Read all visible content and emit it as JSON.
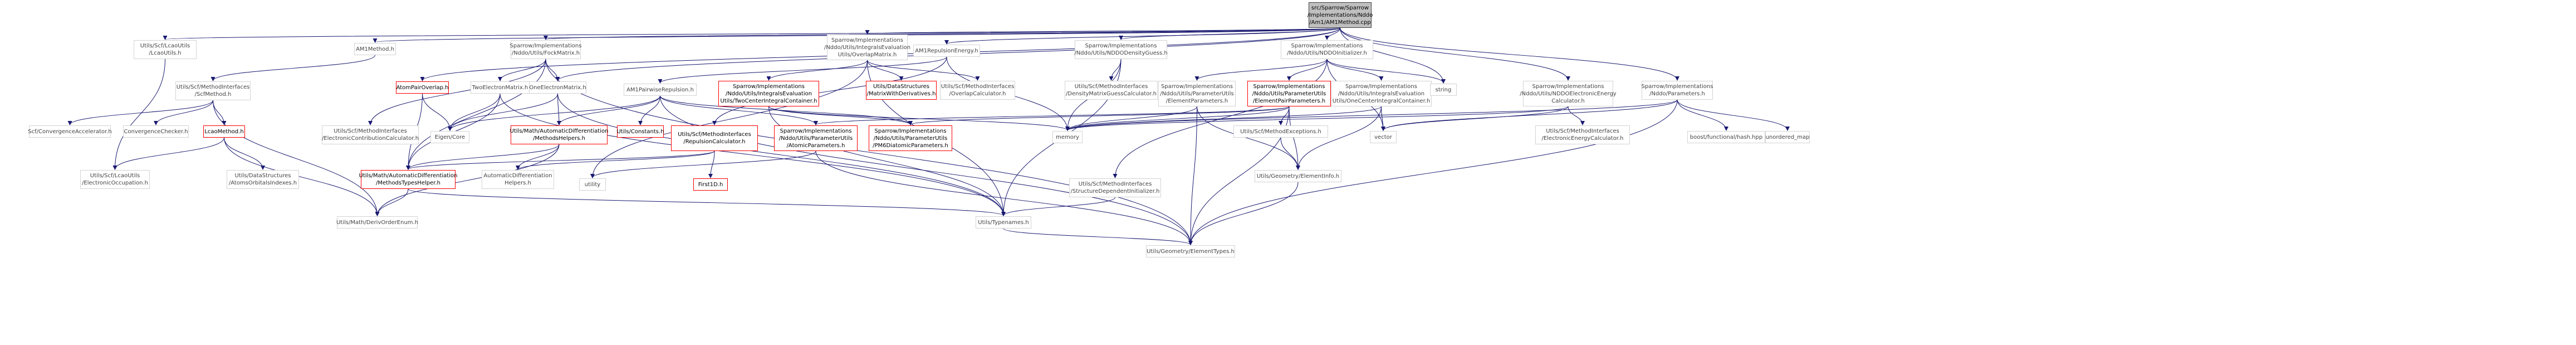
{
  "graph": {
    "title": "",
    "root": "src/Sparrow/Sparrow\n/Implementations/Nddo\n/Am1/AM1Method.cpp",
    "edge_color": "#191970",
    "nodes": {
      "root": "src/Sparrow/Sparrow\n/Implementations/Nddo\n/Am1/AM1Method.cpp",
      "lcao_utils": "Utils/Scf/LcaoUtils\n/LcaoUtils.h",
      "am1method_h": "AM1Method.h",
      "sparrow_fock": "Sparrow/Implementations\n/Nddo/Utils/FockMatrix.h",
      "overlap_int": "Sparrow/Implementations\n/Nddo/Utils/IntegralsEvaluation\nUtils/OverlapMatrix.h",
      "am1_repulsion": "AM1RepulsionEnergy.h",
      "nddo_density": "Sparrow/Implementations\n/Nddo/Utils/NDDODensityGuess.h",
      "nddo_initializer": "Sparrow/Implementations\n/Nddo/Utils/NDDOInitializer.h",
      "scf_method_interfaces": "Utils/Scf/MethodInterfaces\n/ScfMethod.h",
      "atomic_overlap": "AtomPairOverlap.h",
      "two_electron": "TwoElectronMatrix.h",
      "one_electron": "OneElectronMatrix.h",
      "two_center_container": "Sparrow/Implementations\n/Nddo/Utils/IntegralsEvaluation\nUtils/TwoCenterIntegralContainer.h",
      "matrix_derivatives": "Utils/DataStructures\n/MatrixWithDerivatives.h",
      "overlap_calc": "Utils/Scf/MethodInterfaces\n/OverlapCalculator.h",
      "am1_pairwise": "AM1PairwiseRepulsion.h",
      "density_guess_calc": "Utils/Scf/MethodInterfaces\n/DensityMatrixGuessCalculator.h",
      "element_params": "Sparrow/Implementations\n/Nddo/Utils/ParameterUtils\n/ElementParameters.h",
      "element_pair_params": "Sparrow/Implementations\n/Nddo/Utils/ParameterUtils\n/ElementPairParameters.h",
      "one_center_container": "Sparrow/Implementations\n/Nddo/Utils/IntegralsEvaluation\nUtils/OneCenterIntegralContainer.h",
      "string": "string",
      "nddo_electronic": "Sparrow/Implementations\n/Nddo/Utils/NDDOElectronicEnergy\nCalculator.h",
      "nddo_parameters": "Sparrow/Implementations\n/Nddo/Parameters.h",
      "scf_convergence": "Scf/ConvergenceAccelerator.h",
      "convergence_checker": "ConvergenceChecker.h",
      "lcao_method": "LcaoMethod.h",
      "electronic_contribution": "Utils/Scf/MethodInterfaces\n/ElectronicContributionCalculator.h",
      "eigen_core": "Eigen/Core",
      "auto_diff_helpers": "Utils/Math/AutomaticDifferentiation\n/MethodsHelpers.h",
      "constants": "Utils/Constants.h",
      "repulsion_calc": "Utils/Scf/MethodInterfaces\n/RepulsionCalculator.h",
      "atomic_parameters": "Sparrow/Implementations\n/Nddo/Utils/ParameterUtils\n/AtomicParameters.h",
      "pm6_diatomic": "Sparrow/Implementations\n/Nddo/Utils/ParameterUtils\n/PM6DiatomicParameters.h",
      "memory": "memory",
      "scf_exceptions": "Utils/Scf/MethodExceptions.h",
      "vector": "vector",
      "electronic_energy_calc": "Utils/Scf/MethodInterfaces\n/ElectronicEnergyCalculator.h",
      "boost_hash": "boost/functional/hash.hpp",
      "unordered_map": "unordered_map",
      "electronic_occupation": "Utils/Scf/LcaoUtils\n/ElectronicOccupation.h",
      "atoms_orbitals": "Utils/DataStructures\n/AtomsOrbitalsIndexes.h",
      "types_helper": "Utils/Math/AutomaticDifferentiation\n/MethodsTypesHelper.h",
      "auto_diff_helpers2": "AutomaticDifferentiation\nHelpers.h",
      "first1d": "First1D.h",
      "utility": "utility",
      "structure_dependent": "Utils/Scf/MethodInterfaces\n/StructureDependentInitializer.h",
      "element_info": "Utils/Geometry/ElementInfo.h",
      "deriv_order_enum": "Utils/Math/DerivOrderEnum.h",
      "typenames": "Utils/Typenames.h",
      "element_types": "Utils/Geometry/ElementTypes.h"
    }
  }
}
